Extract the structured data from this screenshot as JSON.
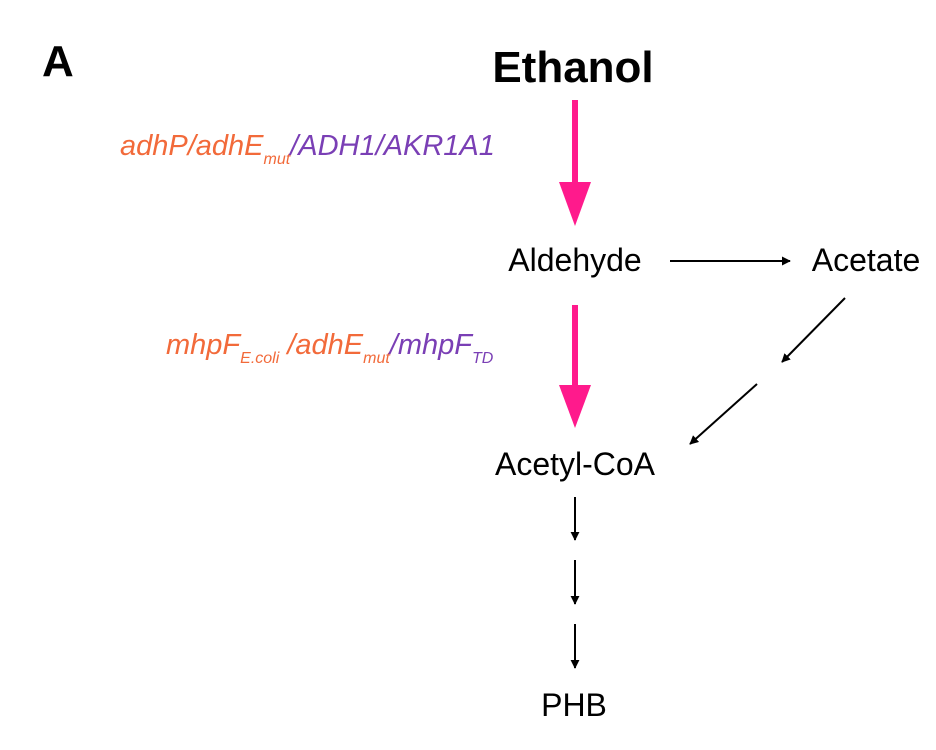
{
  "panel_label": "A",
  "metabolites": {
    "ethanol": "Ethanol",
    "aldehyde": "Aldehyde",
    "acetate": "Acetate",
    "acetyl_coa": "Acetyl-CoA",
    "phb": "PHB"
  },
  "enzymes_step1": {
    "part1": "adhP/adhE",
    "part1_sub": "mut",
    "part2": "/ADH1/AKR1A1"
  },
  "enzymes_step2": {
    "part1": "mhpF",
    "part1_sub": "E.coli",
    "part2": " /adhE",
    "part2_sub": "mut",
    "part3": "/mhpF",
    "part3_sub": "TD"
  },
  "colors": {
    "main_arrow": "#ff1a8c",
    "bacterial_enzyme": "#f26a3a",
    "yeast_enzyme": "#7a3fb5",
    "text": "#000000"
  }
}
